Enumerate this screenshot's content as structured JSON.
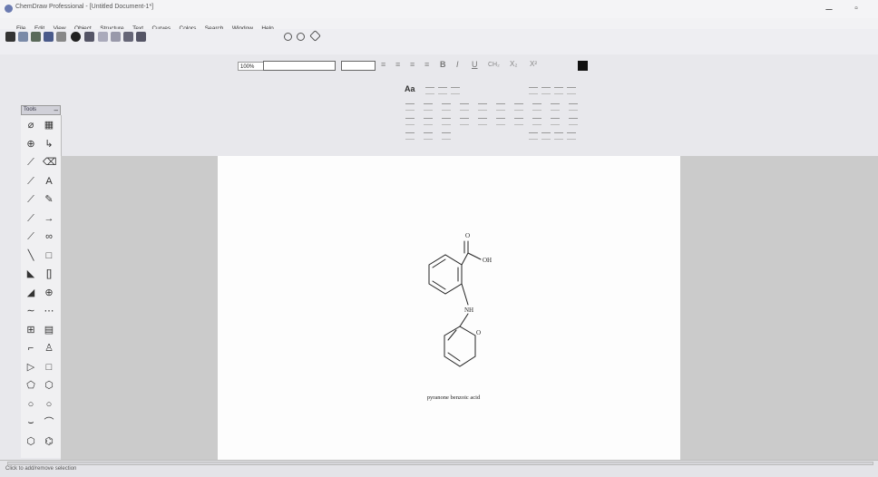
{
  "window": {
    "title": "ChemDraw Professional - [Untitled Document-1*]",
    "min_glyph": "–",
    "max_glyph": "▫"
  },
  "menu": {
    "items": [
      "File",
      "Edit",
      "View",
      "Object",
      "Structure",
      "Text",
      "Curves",
      "Colors",
      "Search",
      "Window",
      "Help"
    ]
  },
  "toolbar": {
    "zoom_value": "100%"
  },
  "tools_palette": {
    "title": "Tools",
    "close": "–",
    "tools": [
      {
        "name": "lasso-tool",
        "glyph": "⌀"
      },
      {
        "name": "marquee-tool",
        "glyph": "▦"
      },
      {
        "name": "structure-perspective-tool",
        "glyph": "⊕"
      },
      {
        "name": "mass-fragmentation-tool",
        "glyph": "↳"
      },
      {
        "name": "solid-bond-tool",
        "glyph": "⟋"
      },
      {
        "name": "eraser-tool",
        "glyph": "⌫"
      },
      {
        "name": "double-bond-tool",
        "glyph": "⟋"
      },
      {
        "name": "text-tool",
        "glyph": "A"
      },
      {
        "name": "dashed-bond-tool",
        "glyph": "⟋"
      },
      {
        "name": "pen-tool",
        "glyph": "✎"
      },
      {
        "name": "hashed-bond-tool",
        "glyph": "⟋"
      },
      {
        "name": "arrow-tool",
        "glyph": "→"
      },
      {
        "name": "hashed-wedge-tool",
        "glyph": "⟋"
      },
      {
        "name": "orbital-tool",
        "glyph": "∞"
      },
      {
        "name": "bold-bond-tool",
        "glyph": "╲"
      },
      {
        "name": "drawing-element-tool",
        "glyph": "□"
      },
      {
        "name": "bold-wedge-tool",
        "glyph": "◣"
      },
      {
        "name": "bracket-tool",
        "glyph": "[]"
      },
      {
        "name": "wedge-bond-tool",
        "glyph": "◢"
      },
      {
        "name": "chemical-symbol-tool",
        "glyph": "⊕"
      },
      {
        "name": "wavy-bond-tool",
        "glyph": "∼"
      },
      {
        "name": "query-tool",
        "glyph": "⋯"
      },
      {
        "name": "table-tool",
        "glyph": "⊞"
      },
      {
        "name": "template-tool",
        "glyph": "▤"
      },
      {
        "name": "acyclic-chain-tool",
        "glyph": "⌐"
      },
      {
        "name": "stamp-tool",
        "glyph": "♙"
      },
      {
        "name": "cyclopropane-tool",
        "glyph": "▷"
      },
      {
        "name": "cyclobutane-tool",
        "glyph": "□"
      },
      {
        "name": "cyclopentane-tool",
        "glyph": "⬠"
      },
      {
        "name": "cyclohexane-tool",
        "glyph": "⬡"
      },
      {
        "name": "cycloheptane-tool",
        "glyph": "○"
      },
      {
        "name": "cyclooctane-tool",
        "glyph": "○"
      },
      {
        "name": "cyclopentadiene-tool",
        "glyph": "⌣"
      },
      {
        "name": "benzene-chair-tool",
        "glyph": "⌒"
      },
      {
        "name": "chair-tool",
        "glyph": "⬡"
      },
      {
        "name": "benzene-tool",
        "glyph": "⌬"
      }
    ]
  },
  "document": {
    "caption": "pyranone benzoic acid",
    "atoms": {
      "carbonyl_o": "O",
      "hydroxyl": "OH",
      "amine": "NH",
      "ring_o": "O"
    }
  },
  "statusbar": {
    "text": "Click to add/remove selection"
  }
}
